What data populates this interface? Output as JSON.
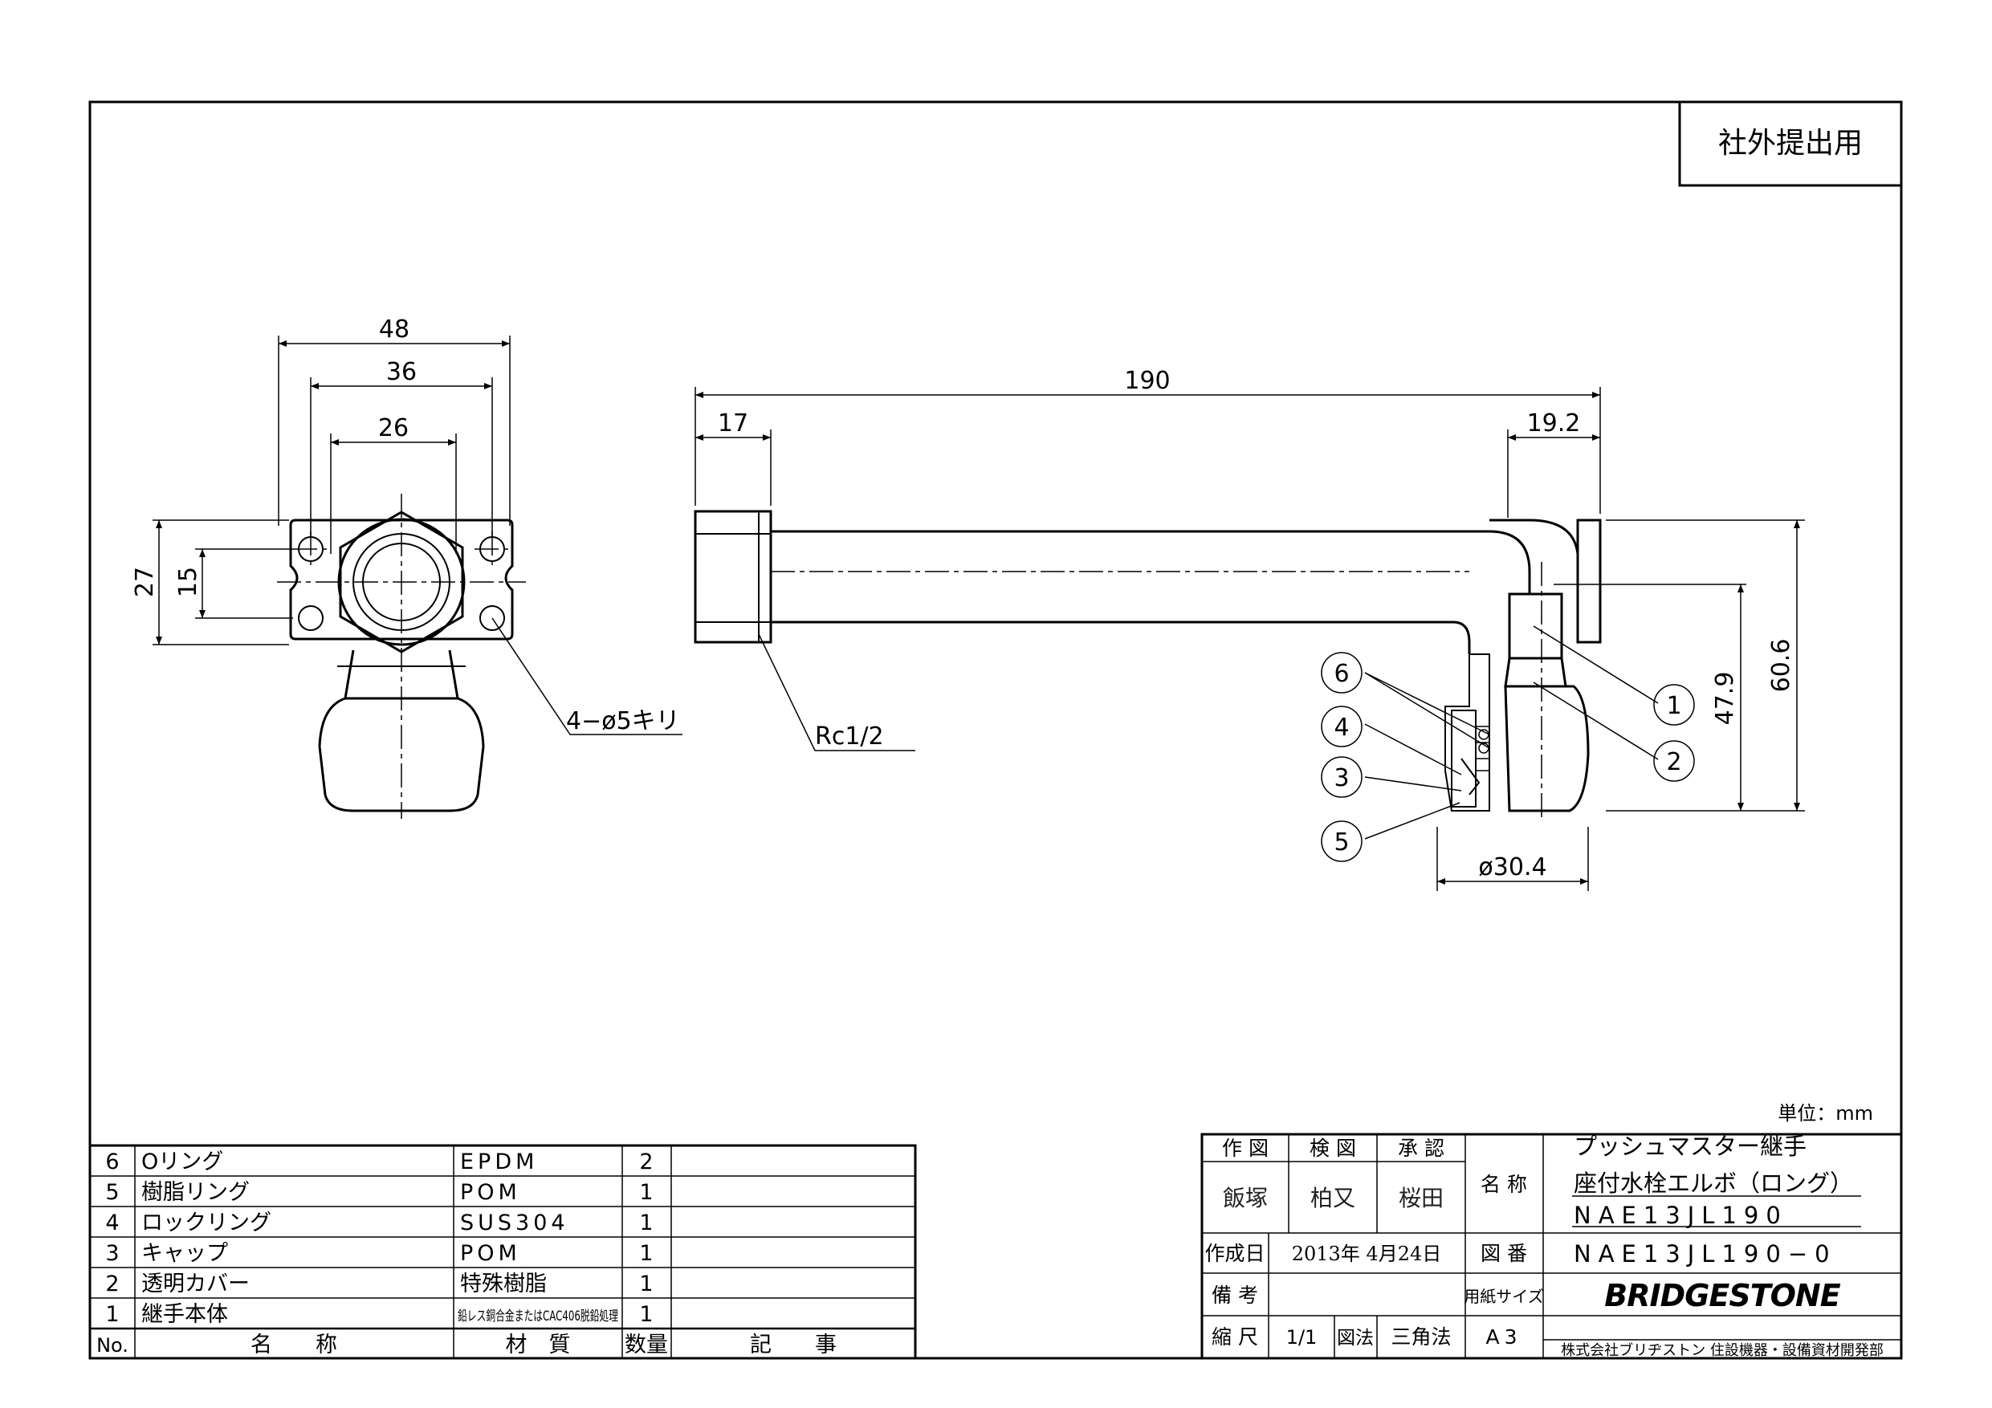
{
  "stamp": "社外提出用",
  "unit_label": "単位：mm",
  "front_view": {
    "dim_48": "48",
    "dim_36": "36",
    "dim_26": "26",
    "dim_27": "27",
    "dim_15": "15",
    "hole_callout": "4−ø5キリ"
  },
  "side_view": {
    "dim_190": "190",
    "dim_17": "17",
    "dim_19_2": "19.2",
    "dim_60_6": "60.6",
    "dim_47_9": "47.9",
    "dim_30_4": "ø30.4",
    "thread_callout": "Rc1/2",
    "balloons": [
      "1",
      "2",
      "3",
      "4",
      "5",
      "6"
    ]
  },
  "parts_list": {
    "rows": [
      {
        "no": "6",
        "name": "Oリング",
        "material": "EPDM",
        "qty": "2",
        "note": ""
      },
      {
        "no": "5",
        "name": "樹脂リング",
        "material": "POM",
        "qty": "1",
        "note": ""
      },
      {
        "no": "4",
        "name": "ロックリング",
        "material": "SUS304",
        "qty": "1",
        "note": ""
      },
      {
        "no": "3",
        "name": "キャップ",
        "material": "POM",
        "qty": "1",
        "note": ""
      },
      {
        "no": "2",
        "name": "透明カバー",
        "material": "特殊樹脂",
        "qty": "1",
        "note": ""
      },
      {
        "no": "1",
        "name": "継手本体",
        "material": "鉛レス銅合金またはCAC406脱鉛処理",
        "qty": "1",
        "note": ""
      }
    ],
    "header": {
      "no": "No.",
      "name": "名　　称",
      "material": "材　質",
      "qty": "数量",
      "note": "記　　事"
    }
  },
  "title_block": {
    "drawn_label": "作 図",
    "checked_label": "検 図",
    "approved_label": "承 認",
    "drawn_by": "飯塚",
    "checked_by": "柏又",
    "approved_by": "桜田",
    "name_label": "名 称",
    "product_line1": "プッシュマスター継手",
    "product_line2": "座付水栓エルボ（ロング）",
    "product_code": "NAE13JL190",
    "date_label": "作成日",
    "date_value": "2013年  4月24日",
    "drawing_no_label": "図 番",
    "drawing_no": "NAE13JL190−0",
    "remarks_label": "備 考",
    "paper_label": "用紙サイズ",
    "scale_label": "縮 尺",
    "scale_value": "1/1",
    "projection_label": "図法",
    "projection_value": "三角法",
    "paper_value": "A3",
    "brand": "BRIDGESTONE",
    "company": "株式会社ブリヂストン  住設機器・設備資材開発部"
  }
}
